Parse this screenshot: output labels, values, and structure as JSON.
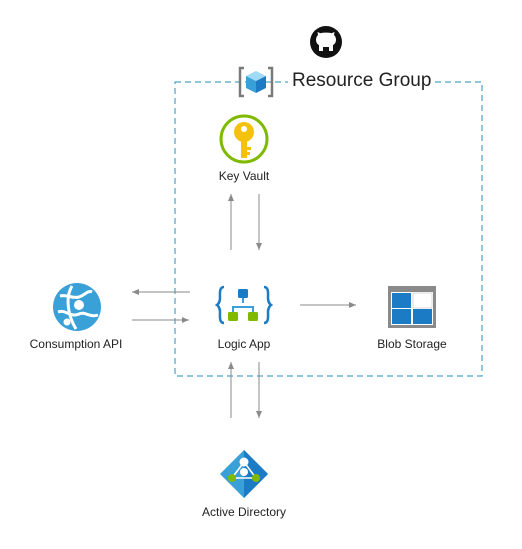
{
  "group": {
    "title": "Resource Group",
    "border_color": "#4aa3c9"
  },
  "nodes": {
    "key_vault": {
      "label": "Key Vault"
    },
    "logic_app": {
      "label": "Logic App"
    },
    "consumption_api": {
      "label": "Consumption API"
    },
    "blob_storage": {
      "label": "Blob Storage"
    },
    "active_directory": {
      "label": "Active Directory"
    }
  },
  "icons": {
    "github": "github-icon",
    "resource_group": "resource-group-icon",
    "key_vault": "key-vault-icon",
    "logic_app": "logic-app-icon",
    "consumption_api": "api-globe-icon",
    "blob_storage": "blob-storage-icon",
    "active_directory": "active-directory-icon"
  },
  "colors": {
    "arrow": "#8a8a8a",
    "azure_blue": "#1b7bc4",
    "key_yellow": "#f4c20d",
    "leaf_green": "#7fba00"
  }
}
